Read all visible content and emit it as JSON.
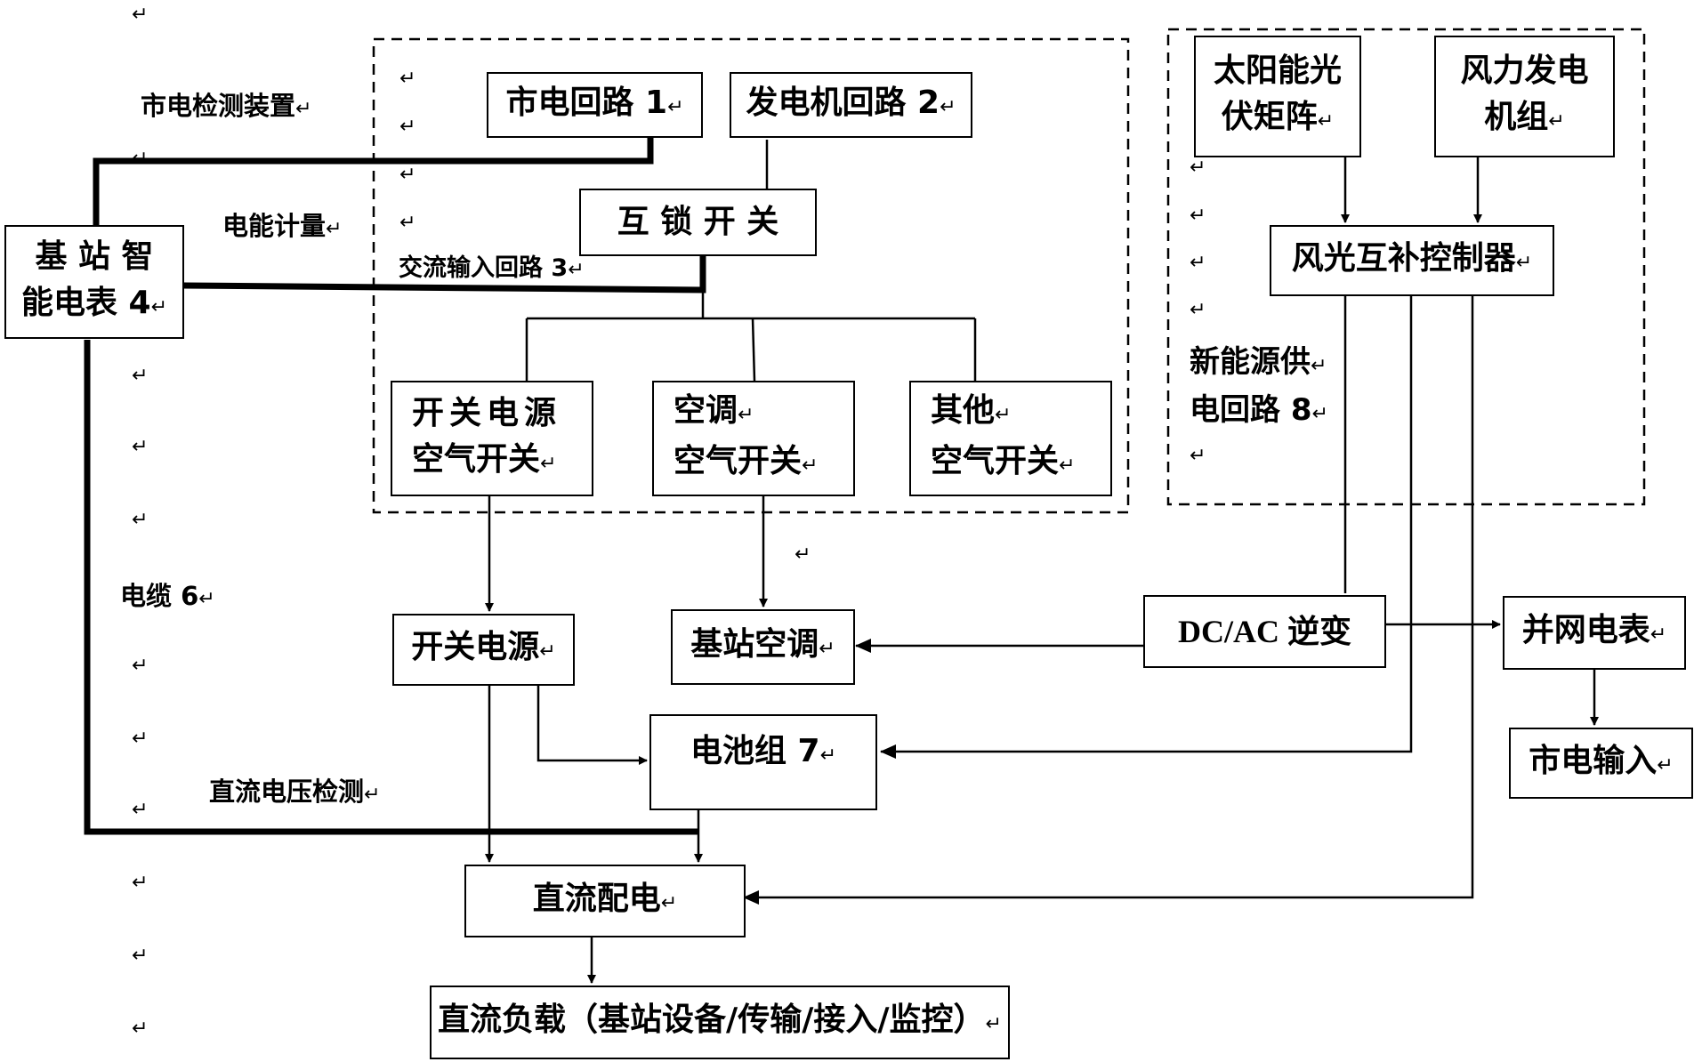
{
  "nodes": {
    "mains_loop": "市电回路 1",
    "generator_loop": "发电机回路 2",
    "interlock_switch": "互 锁 开 关",
    "smart_meter_line1": "基 站 智",
    "smart_meter_line2": "能电表 4",
    "switch_power_breaker_line1": "开关电源",
    "switch_power_breaker_line2": "空气开关",
    "ac_breaker_line1": "空调",
    "ac_breaker_line2": "空气开关",
    "other_breaker_line1": "其他",
    "other_breaker_line2": "空气开关",
    "switch_power": "开关电源",
    "station_ac": "基站空调",
    "battery": "电池组 7",
    "dc_distribution": "直流配电",
    "dc_load": "直流负载（基站设备/传输/接入/监控）",
    "solar_line1": "太阳能光",
    "solar_line2": "伏矩阵",
    "wind_line1": "风力发电",
    "wind_line2": "机组",
    "hybrid_controller": "风光互补控制器",
    "inverter": "DC/AC 逆变",
    "grid_meter": "并网电表",
    "mains_input": "市电输入"
  },
  "labels": {
    "mains_detect": "市电检测装置",
    "energy_metering": "电能计量",
    "ac_input_loop": "交流输入回路 3",
    "cable": "电缆 6",
    "dc_voltage_detect": "直流电压检测",
    "new_energy_line1": "新能源供",
    "new_energy_line2": "电回路 8"
  },
  "return_mark": "↵"
}
